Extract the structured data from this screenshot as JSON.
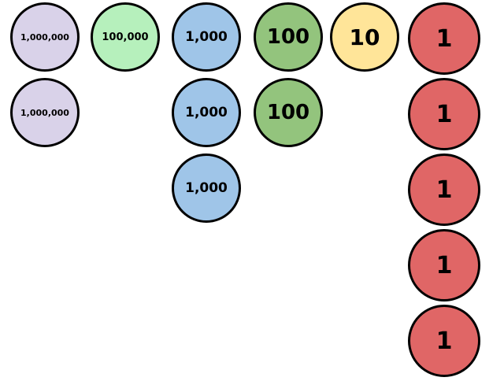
{
  "columns": [
    {
      "id": "1000000",
      "label": "1,000,000",
      "color": "#d9d2e9",
      "count": 2
    },
    {
      "id": "100000",
      "label": "100,000",
      "color": "#b6f0bc",
      "count": 1
    },
    {
      "id": "1000",
      "label": "1,000",
      "color": "#9fc5e8",
      "count": 3
    },
    {
      "id": "100",
      "label": "100",
      "color": "#93c47d",
      "count": 2
    },
    {
      "id": "10",
      "label": "10",
      "color": "#ffe599",
      "count": 1
    },
    {
      "id": "1",
      "label": "1",
      "color": "#e06666",
      "count": 5
    }
  ]
}
